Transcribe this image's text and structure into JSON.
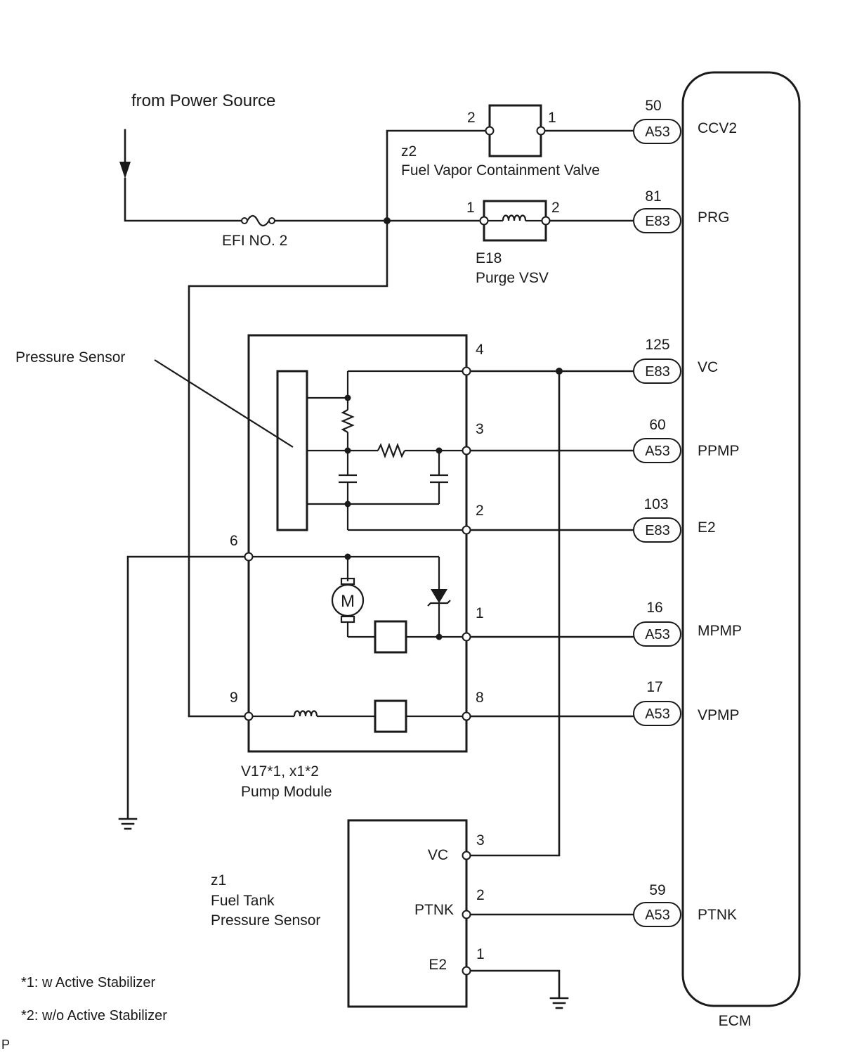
{
  "power_source": "from Power Source",
  "fuse": "EFI NO. 2",
  "valve": {
    "id": "z2",
    "name": "Fuel Vapor Containment Valve",
    "pin_left": "2",
    "pin_right": "1"
  },
  "vsv": {
    "id": "E18",
    "name": "Purge VSV",
    "pin_left": "1",
    "pin_right": "2"
  },
  "pressure_sensor_label": "Pressure Sensor",
  "pump_module": {
    "id": "V17*1, x1*2",
    "name": "Pump Module",
    "pins": {
      "p4": "4",
      "p3": "3",
      "p2": "2",
      "p1": "1",
      "p8": "8",
      "p6": "6",
      "p9": "9"
    },
    "motor": "M"
  },
  "tank_sensor": {
    "id": "z1",
    "name_line1": "Fuel Tank",
    "name_line2": "Pressure Sensor",
    "terminals": [
      {
        "name": "VC",
        "pin": "3"
      },
      {
        "name": "PTNK",
        "pin": "2"
      },
      {
        "name": "E2",
        "pin": "1"
      }
    ]
  },
  "ecm": {
    "label": "ECM",
    "connections": [
      {
        "pin": "50",
        "connector": "A53",
        "signal": "CCV2"
      },
      {
        "pin": "81",
        "connector": "E83",
        "signal": "PRG"
      },
      {
        "pin": "125",
        "connector": "E83",
        "signal": "VC"
      },
      {
        "pin": "60",
        "connector": "A53",
        "signal": "PPMP"
      },
      {
        "pin": "103",
        "connector": "E83",
        "signal": "E2"
      },
      {
        "pin": "16",
        "connector": "A53",
        "signal": "MPMP"
      },
      {
        "pin": "17",
        "connector": "A53",
        "signal": "VPMP"
      },
      {
        "pin": "59",
        "connector": "A53",
        "signal": "PTNK"
      }
    ]
  },
  "footnotes": [
    "*1: w Active Stabilizer",
    "*2: w/o Active Stabilizer"
  ],
  "corner_mark": "P"
}
